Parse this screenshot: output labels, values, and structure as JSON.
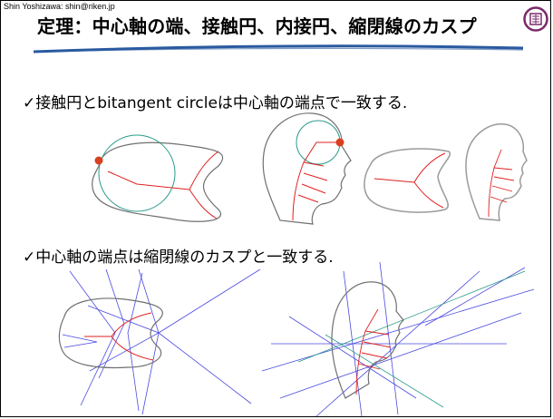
{
  "header": {
    "author": "Shin Yoshizawa: shin@riken.jp",
    "title": "定理：中心軸の端、接触円、内接円、縮閉線のカスプ"
  },
  "bullets": [
    {
      "mark": "✓",
      "text": "接触円とbitangent circleは中心軸の端点で一致する."
    },
    {
      "mark": "✓",
      "text": "中心軸の端点は縮閉線のカスプと一致する."
    }
  ],
  "icons": [
    "seal-logo",
    "check-mark"
  ],
  "colors": {
    "outline": "#707070",
    "medial_axis": "#e02020",
    "circle": "#2a9a8a",
    "evolute": "#4a4ae0",
    "point": "#d84020",
    "title_rule": "#2a5aa0"
  }
}
